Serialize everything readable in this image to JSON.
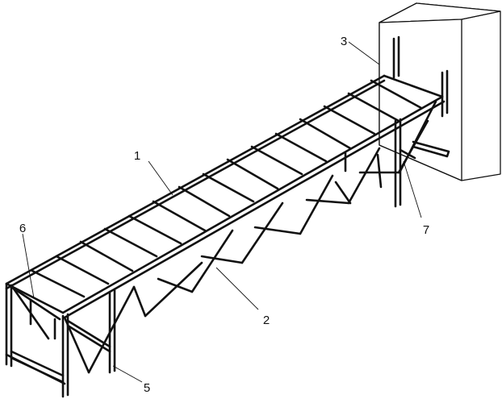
{
  "diagram": {
    "labels": {
      "frame_platform": "1",
      "diagonal_braces": "2",
      "cabinet": "3",
      "front_legs": "5",
      "front_crossbar": "6",
      "rear_support": "7"
    }
  }
}
